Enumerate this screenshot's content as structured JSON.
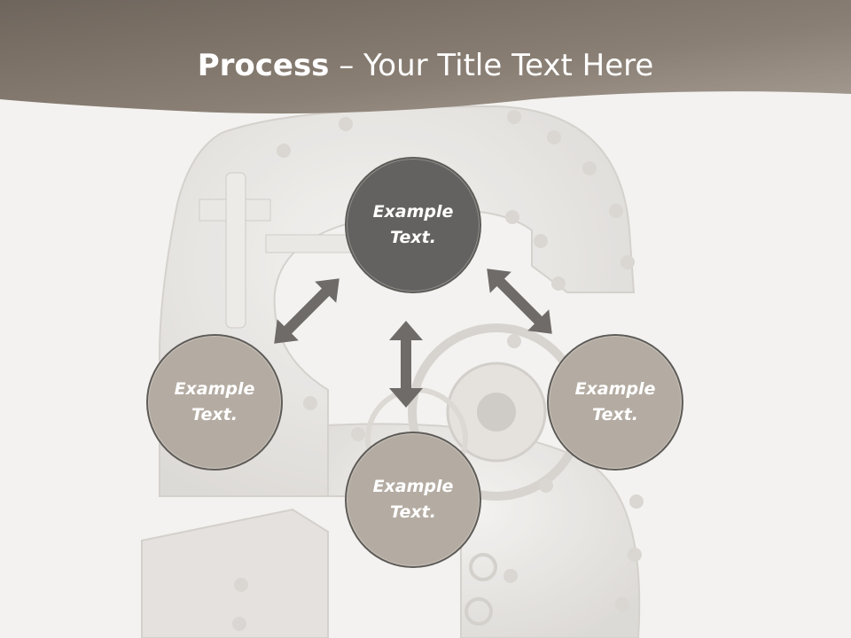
{
  "title": {
    "bold": "Process",
    "rest": " – Your Title Text Here"
  },
  "circles": {
    "top": {
      "line1": "Example",
      "line2": "Text."
    },
    "left": {
      "line1": "Example",
      "line2": "Text."
    },
    "center": {
      "line1": "Example",
      "line2": "Text."
    },
    "right": {
      "line1": "Example",
      "line2": "Text."
    }
  },
  "colors": {
    "header": "#8a8075",
    "dark_circle": "#646260",
    "light_circle": "#b4aca2",
    "arrow": "#6e6b68"
  },
  "background_image": "bank-vault-door-dollar-sign"
}
